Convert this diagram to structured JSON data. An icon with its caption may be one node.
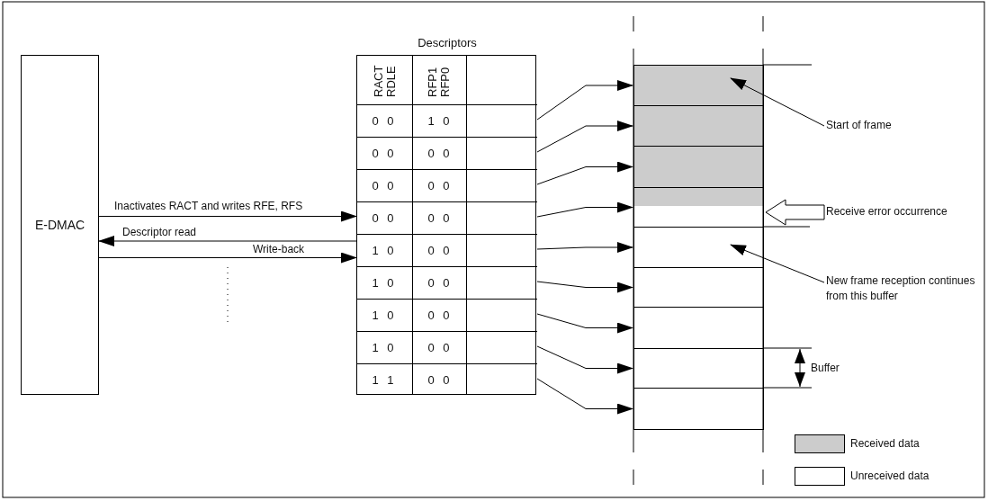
{
  "diagram": {
    "nodes": [
      {
        "text": [
          "E-DMAC"
        ]
      },
      {
        "text": [
          "Descriptors",
          "RACT RDLE",
          "RFP1 RFP0"
        ]
      },
      {
        "text": [
          "0 0",
          "1 0"
        ],
        "in": 1
      },
      {
        "text": [
          "0 0",
          "0 0"
        ],
        "in": 1
      },
      {
        "text": [
          "0 0",
          "0 0"
        ],
        "in": 1
      },
      {
        "text": [
          "0 0",
          "0 0"
        ],
        "in": 1
      },
      {
        "text": [
          "1 0",
          "0 0"
        ],
        "in": 1
      },
      {
        "text": [
          "1 0",
          "0 0"
        ],
        "in": 1
      },
      {
        "text": [
          "1 0",
          "0 0"
        ],
        "in": 1
      },
      {
        "text": [
          "1 0",
          "0 0"
        ],
        "in": 1
      },
      {
        "text": [
          "1 1",
          "0 0"
        ],
        "in": 1
      },
      {
        "text": [],
        "shape": "box"
      },
      {
        "text": [],
        "shape": "box"
      },
      {
        "text": [],
        "shape": "box"
      },
      {
        "text": [],
        "shape": "box"
      },
      {
        "text": [],
        "shape": "box"
      },
      {
        "text": [],
        "shape": "box"
      },
      {
        "text": [],
        "shape": "box"
      },
      {
        "text": [],
        "shape": "box"
      },
      {
        "text": [],
        "shape": "box"
      },
      {
        "text": [
          "Start of frame"
        ]
      },
      {
        "text": [
          "Receive error occurrence"
        ]
      },
      {
        "text": [
          "New frame reception continues from this buffer"
        ]
      }
    ],
    "edges": [
      {
        "from": 0,
        "to": 5,
        "arrow": "to",
        "label": "Inactivates RACT and writes RFE, RFS"
      },
      {
        "from": 6,
        "to": 0,
        "arrow": "to",
        "label": "Descriptor read"
      },
      {
        "from": 0,
        "to": 6,
        "arrow": "to",
        "label": "Write-back"
      },
      {
        "from": 2,
        "to": 11,
        "arrow": "to"
      },
      {
        "from": 3,
        "to": 12,
        "arrow": "to"
      },
      {
        "from": 4,
        "to": 13,
        "arrow": "to"
      },
      {
        "from": 5,
        "to": 14,
        "arrow": "to"
      },
      {
        "from": 6,
        "to": 15,
        "arrow": "to"
      },
      {
        "from": 7,
        "to": 16,
        "arrow": "to"
      },
      {
        "from": 8,
        "to": 17,
        "arrow": "to"
      },
      {
        "from": 9,
        "to": 18,
        "arrow": "to"
      },
      {
        "from": 10,
        "to": 19,
        "arrow": "to"
      },
      {
        "from": 20,
        "to": 11,
        "arrow": "to"
      },
      {
        "from": 21,
        "to": 14,
        "arrow": "to",
        "style": "thick"
      },
      {
        "from": 22,
        "to": 15,
        "arrow": "to"
      }
    ],
    "labels": [
      "Buffer"
    ],
    "legend": [
      {
        "text": "Received data",
        "color": "#cccccc"
      },
      {
        "text": "Unreceived data",
        "color": "#ffffff"
      }
    ]
  }
}
